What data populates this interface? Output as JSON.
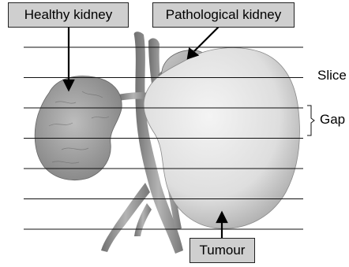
{
  "figure": {
    "labels": {
      "healthy_kidney": "Healthy kidney",
      "pathological_kidney": "Pathological kidney",
      "tumour": "Tumour",
      "slice": "Slice",
      "gap": "Gap"
    },
    "slice_line_count": 7,
    "colors": {
      "label_fill": "#cfcfcf",
      "organ_fill": "#a9a9a9",
      "tumour_fill": "#e4e4e4",
      "vessel_fill": "#8f8f8f",
      "line": "#111111"
    }
  }
}
